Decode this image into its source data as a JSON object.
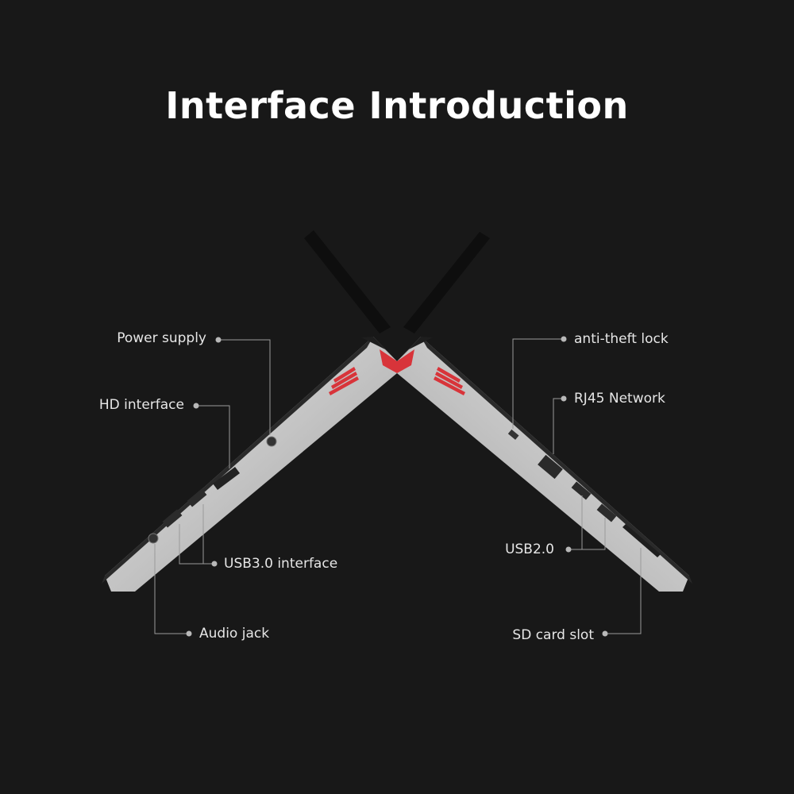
{
  "page": {
    "title": "Interface Introduction"
  },
  "labels": {
    "power_supply": "Power supply",
    "hd_interface": "HD interface",
    "usb30": "USB3.0 interface",
    "audio_jack": "Audio jack",
    "anti_theft": "anti-theft lock",
    "rj45": "RJ45 Network",
    "usb20": "USB2.0",
    "sd_slot": "SD card slot"
  },
  "colors": {
    "background": "#181818",
    "chassis": "#c9c9c9",
    "accent_red": "#d8343a",
    "leader_line": "#9a9a9a"
  }
}
